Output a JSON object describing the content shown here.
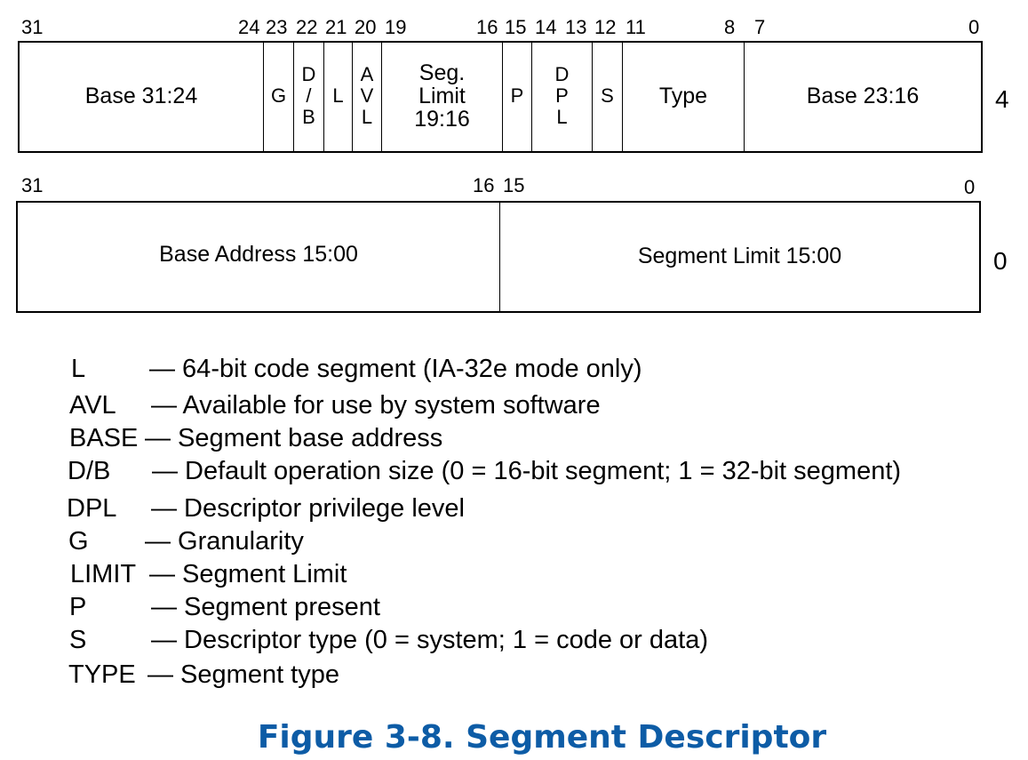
{
  "top_row": {
    "bits": [
      "31",
      "24",
      "23",
      "22",
      "21",
      "20",
      "19",
      "16",
      "15",
      "14",
      "13",
      "12",
      "11",
      "8",
      "7",
      "0"
    ],
    "fields": {
      "base_31_24": "Base 31:24",
      "g": "G",
      "db": [
        "D",
        "/",
        "B"
      ],
      "l": "L",
      "avl": [
        "A",
        "V",
        "L"
      ],
      "seg_limit": [
        "Seg.",
        "Limit",
        "19:16"
      ],
      "p": "P",
      "dpl": [
        "D",
        "P",
        "L"
      ],
      "s": "S",
      "type": "Type",
      "base_23_16": "Base 23:16"
    },
    "offset": "4"
  },
  "bottom_row": {
    "bits": [
      "31",
      "16",
      "15",
      "0"
    ],
    "fields": {
      "base_address": "Base Address 15:00",
      "segment_limit": "Segment Limit 15:00"
    },
    "offset": "0"
  },
  "legend": [
    {
      "abbr": "L",
      "desc": "— 64-bit code segment (IA-32e mode only)"
    },
    {
      "abbr": "AVL",
      "desc": "— Available for use by system software"
    },
    {
      "abbr": "BASE",
      "desc": "— Segment base address"
    },
    {
      "abbr": "D/B",
      "desc": "— Default operation size (0 = 16-bit segment; 1 = 32-bit segment)"
    },
    {
      "abbr": "DPL",
      "desc": "— Descriptor privilege level"
    },
    {
      "abbr": "G",
      "desc": "— Granularity"
    },
    {
      "abbr": "LIMIT",
      "desc": "— Segment Limit"
    },
    {
      "abbr": "P",
      "desc": "— Segment present"
    },
    {
      "abbr": "S",
      "desc": "— Descriptor type (0 = system; 1 = code or data)"
    },
    {
      "abbr": "TYPE",
      "desc": "— Segment type"
    }
  ],
  "caption": "Figure 3-8.  Segment Descriptor"
}
